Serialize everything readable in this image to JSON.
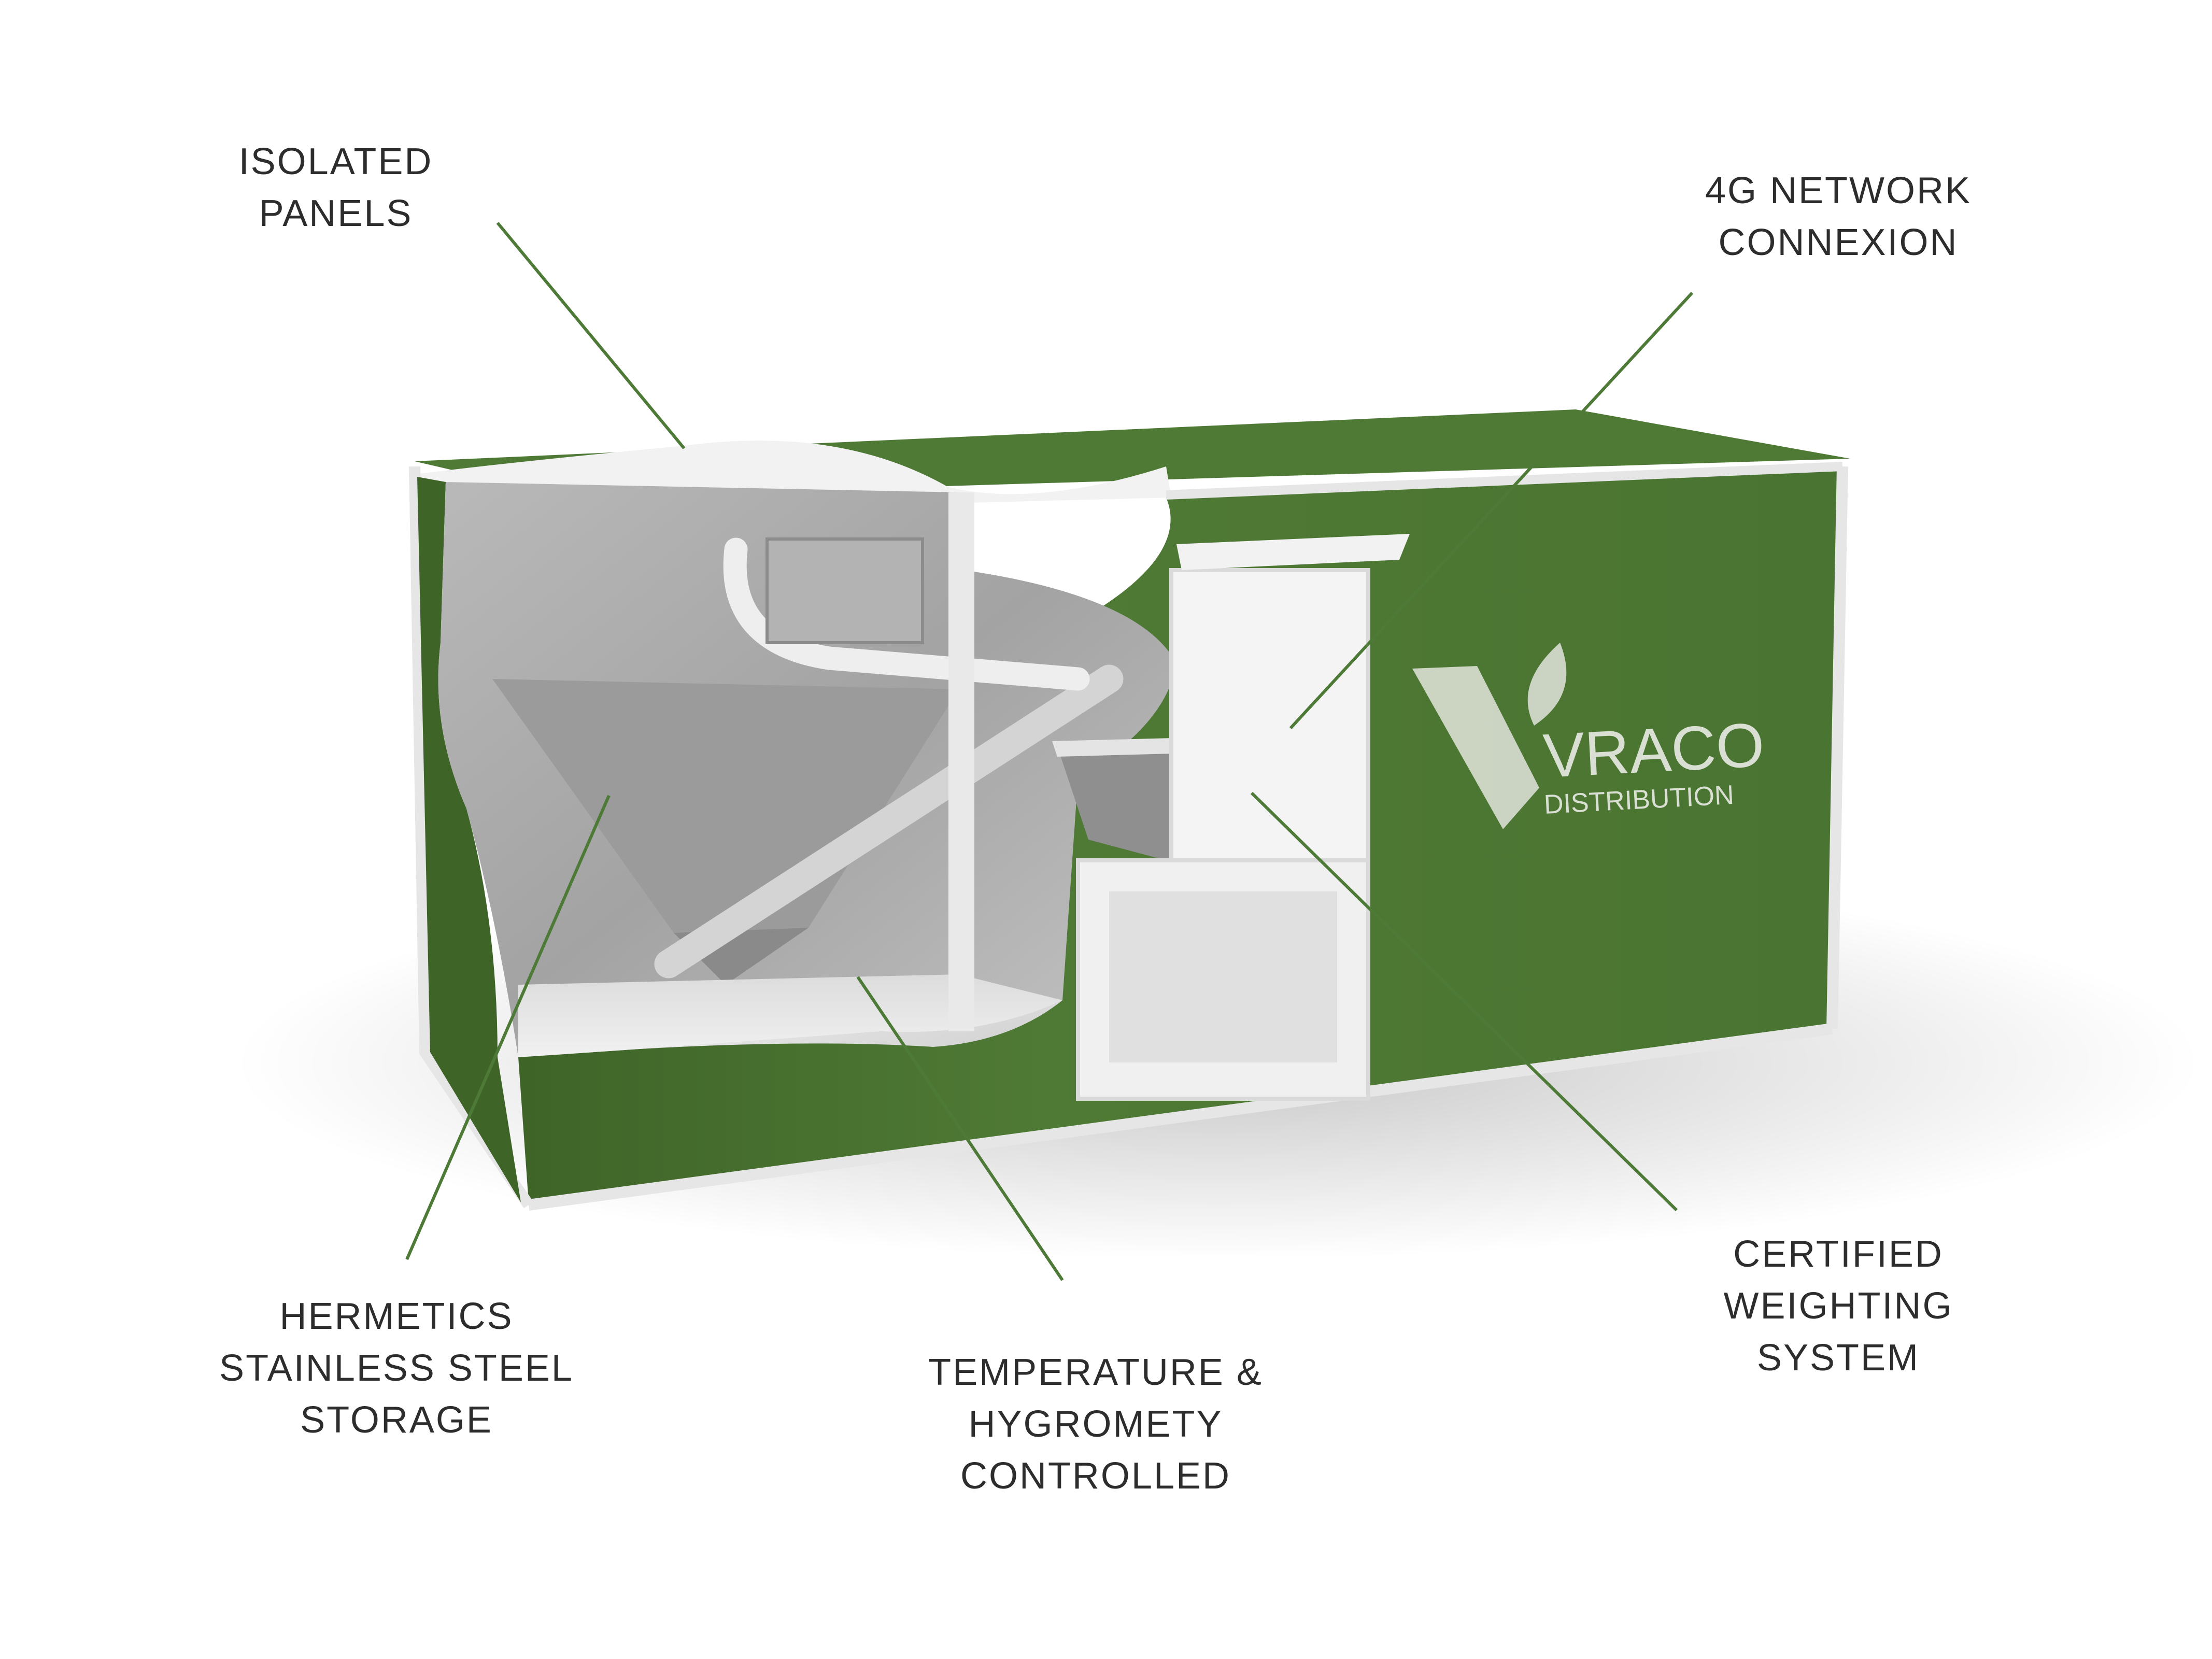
{
  "brand": {
    "name": "VRACO",
    "sub": "DISTRIBUTION"
  },
  "callouts": {
    "isolated_panels": [
      "ISOLATED",
      "PANELS"
    ],
    "network": [
      "4G NETWORK",
      "CONNEXION"
    ],
    "storage": [
      "HERMETICS",
      "STAINLESS STEEL",
      "STORAGE"
    ],
    "climate": [
      "TEMPERATURE &",
      "HYGROMETY",
      "CONTROLLED"
    ],
    "weighting": [
      "CERTIFIED",
      "WEIGHTING",
      "SYSTEM"
    ]
  },
  "colors": {
    "panel_green": "#4f7a35",
    "panel_green_dark": "#3f6428",
    "leader_line": "#4e7a38",
    "frame": "#e6e6e6",
    "interior": "#c9c9c9",
    "text": "#2d2d2d",
    "logo": "#d9dfd2"
  }
}
